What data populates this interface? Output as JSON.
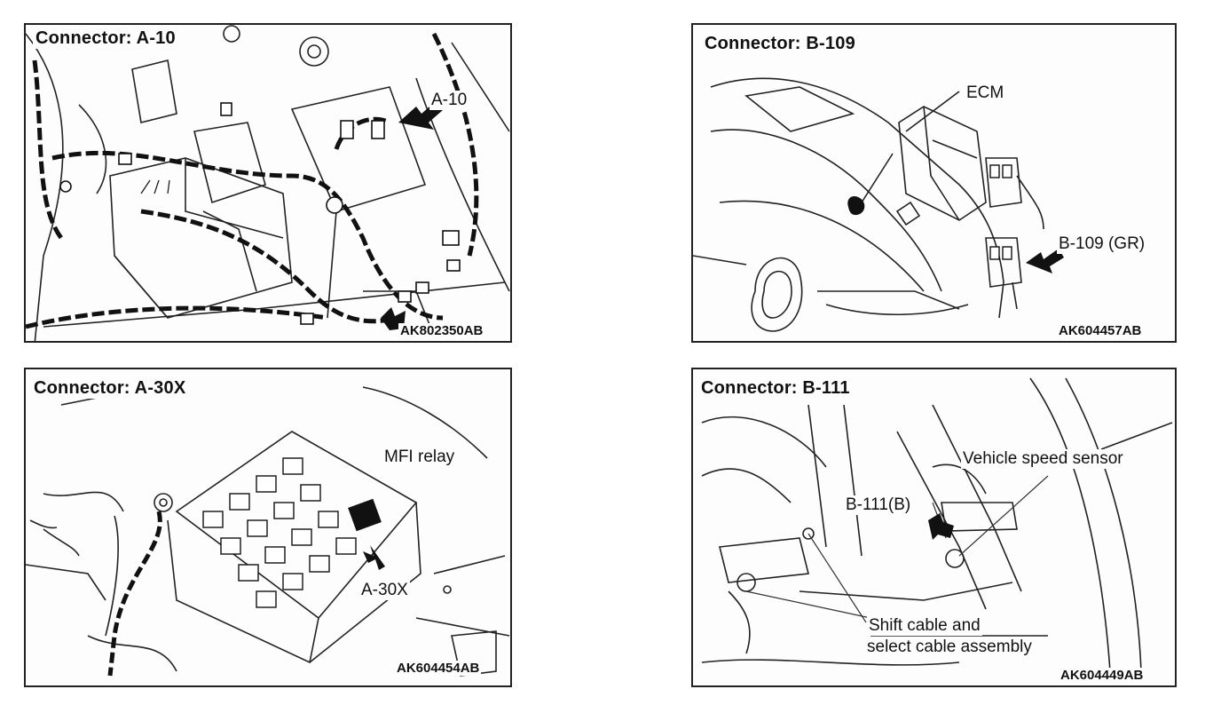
{
  "panels": {
    "a10": {
      "title": "Connector: A-10",
      "code": "AK802350AB",
      "labels": {
        "connector": "A-10"
      }
    },
    "b109": {
      "title": "Connector: B-109",
      "code": "AK604457AB",
      "labels": {
        "ecm": "ECM",
        "connector": "B-109 (GR)"
      }
    },
    "a30x": {
      "title": "Connector: A-30X",
      "code": "AK604454AB",
      "labels": {
        "relay": "MFI relay",
        "connector": "A-30X"
      }
    },
    "b111": {
      "title": "Connector: B-111",
      "code": "AK604449AB",
      "labels": {
        "sensor": "Vehicle speed sensor",
        "connector": "B-111(B)",
        "cable_line1": "Shift cable and",
        "cable_line2": "select cable assembly"
      }
    }
  }
}
